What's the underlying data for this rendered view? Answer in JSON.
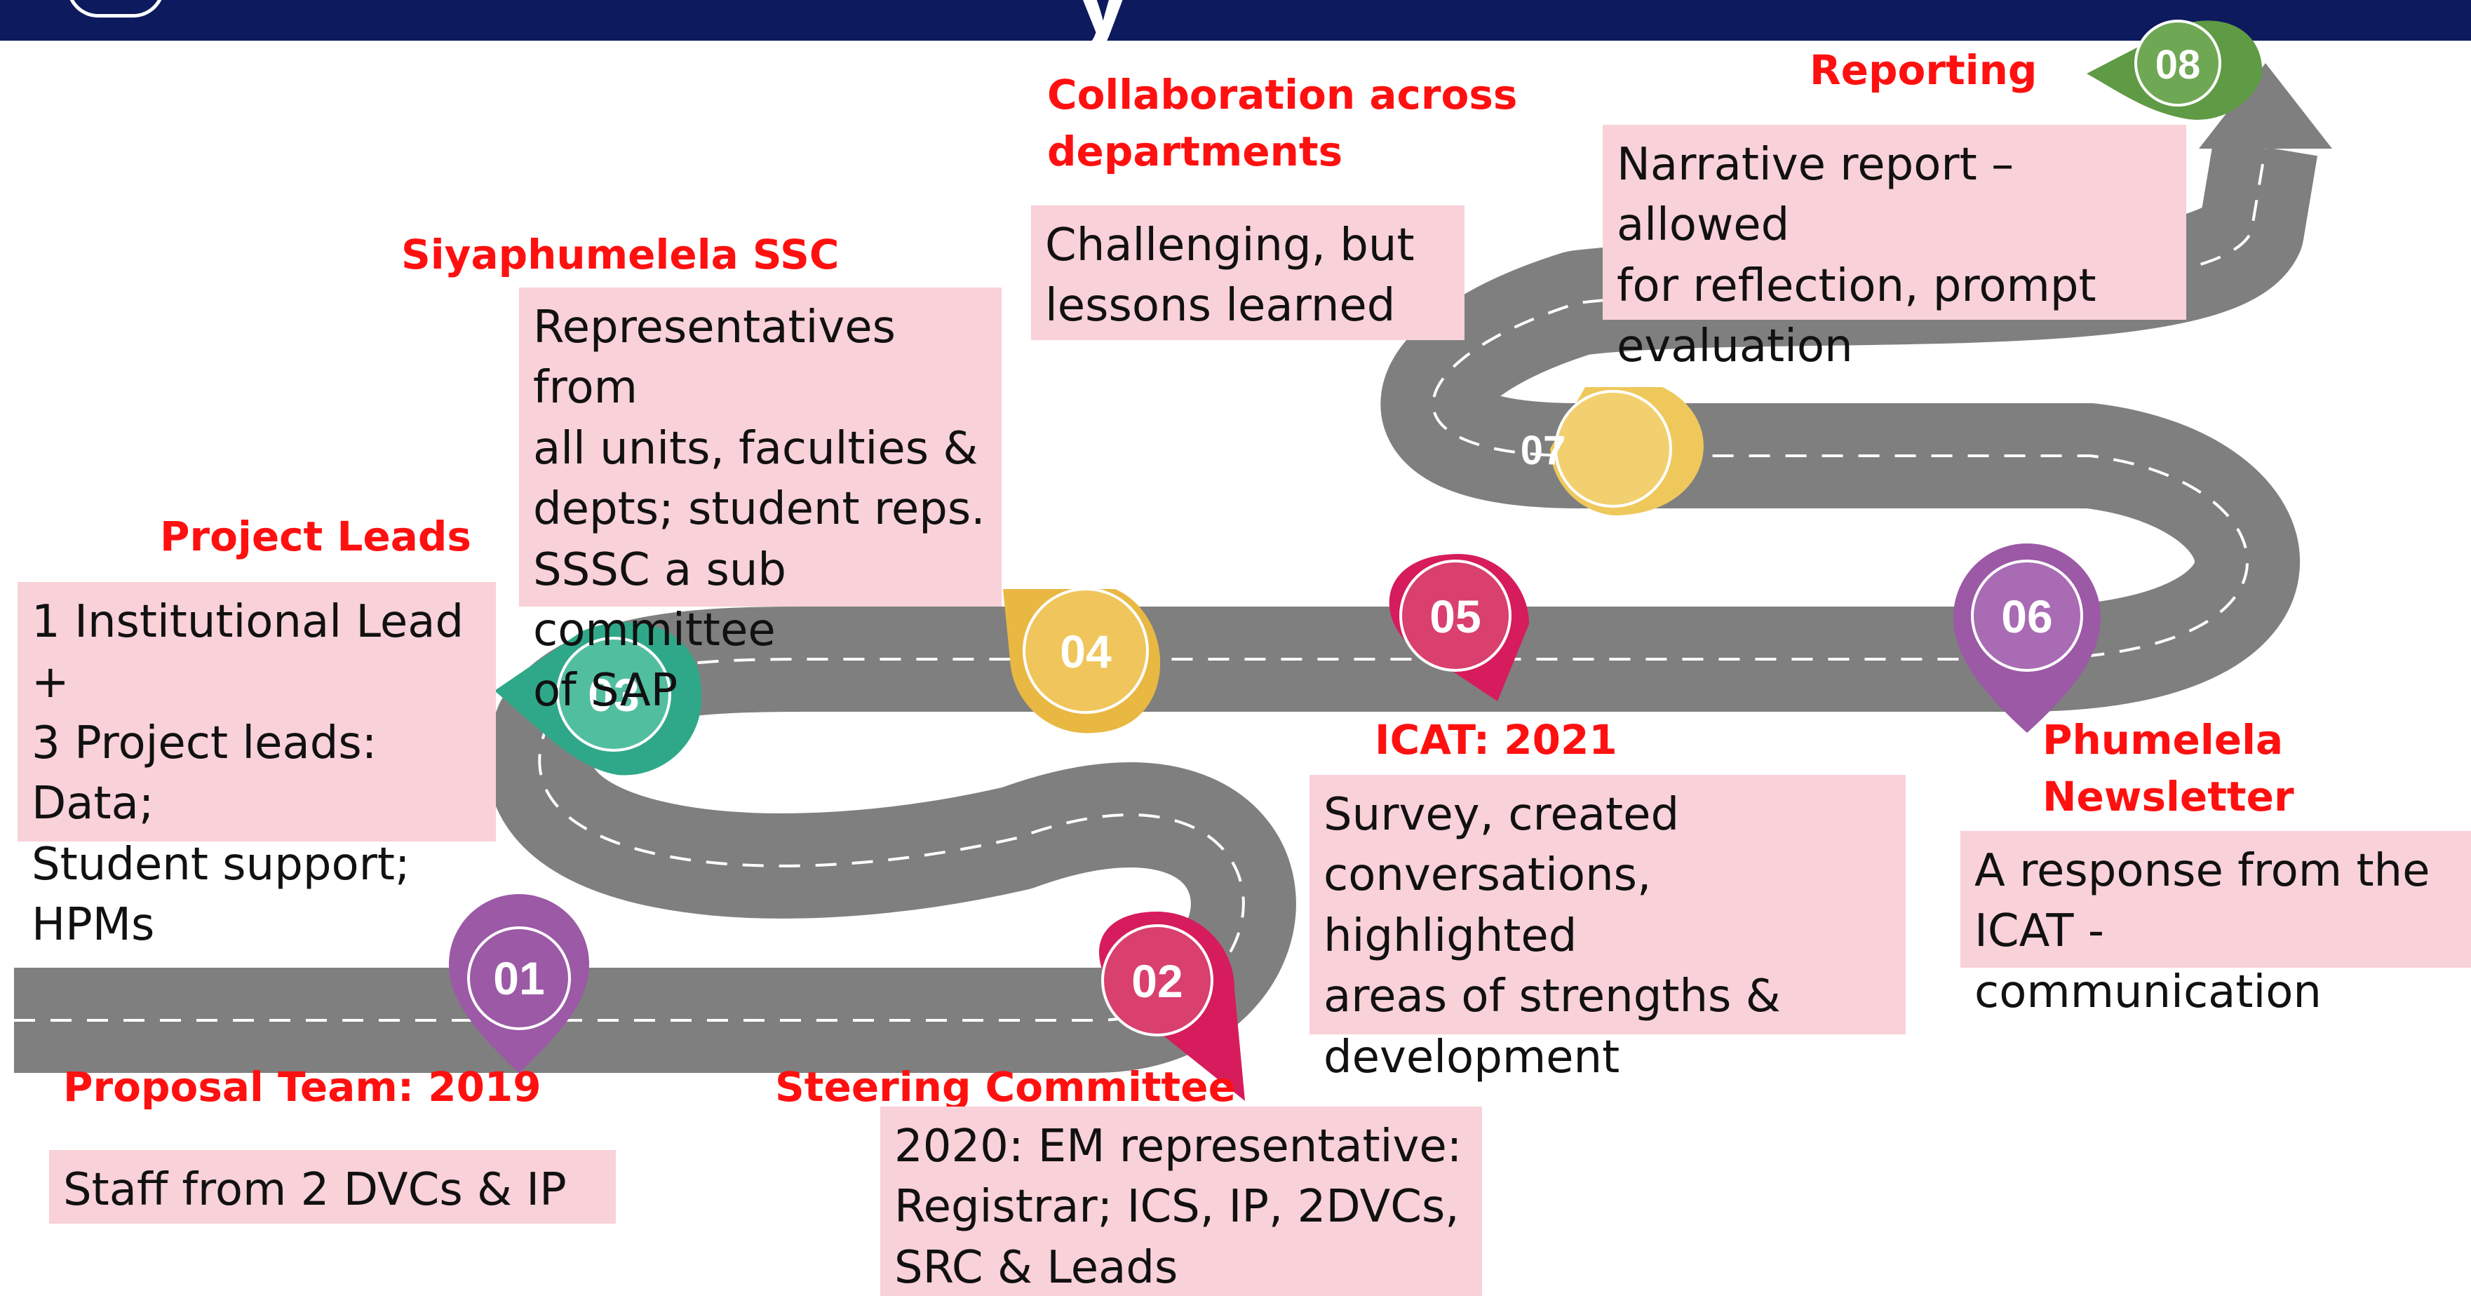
{
  "header": {
    "fragment": "y"
  },
  "milestones": [
    {
      "number": "01",
      "title": "Proposal Team: 2019",
      "text": "Staff from 2 DVCs & IP",
      "color": "#9b59a6"
    },
    {
      "number": "02",
      "title": "Steering Committee",
      "text": "2020: EM representative:\nRegistrar; ICS, IP, 2DVCs,\nSRC & Leads",
      "color": "#d61c5c"
    },
    {
      "number": "03",
      "title": "Project Leads",
      "text": "1 Institutional Lead +\n3 Project leads: Data;\nStudent support;\nHPMs",
      "color": "#2fa88a"
    },
    {
      "number": "04",
      "title": "Siyaphumelela SSC",
      "text": "Representatives from\nall units, faculties &\ndepts; student reps.\nSSSC a sub committee\nof SAP",
      "color": "#e9b843"
    },
    {
      "number": "05",
      "title": "ICAT: 2021",
      "text": "Survey, created\nconversations, highlighted\nareas of strengths &\ndevelopment",
      "color": "#d61c5c"
    },
    {
      "number": "06",
      "title": "Phumelela\nNewsletter",
      "text": "A response from the\nICAT - communication",
      "color": "#9b59a6"
    },
    {
      "number": "07",
      "title": "Collaboration across\ndepartments",
      "text": "Challenging, but\nlessons learned",
      "color": "#efc85c"
    },
    {
      "number": "08",
      "title": "Reporting",
      "text": "Narrative report – allowed\nfor reflection, prompt\nevaluation",
      "color": "#5f9a45"
    }
  ],
  "colors": {
    "road": "#7f7f7f",
    "box": "#f9d1d8",
    "heading": "#ff1010",
    "header": "#0e1a5e"
  }
}
